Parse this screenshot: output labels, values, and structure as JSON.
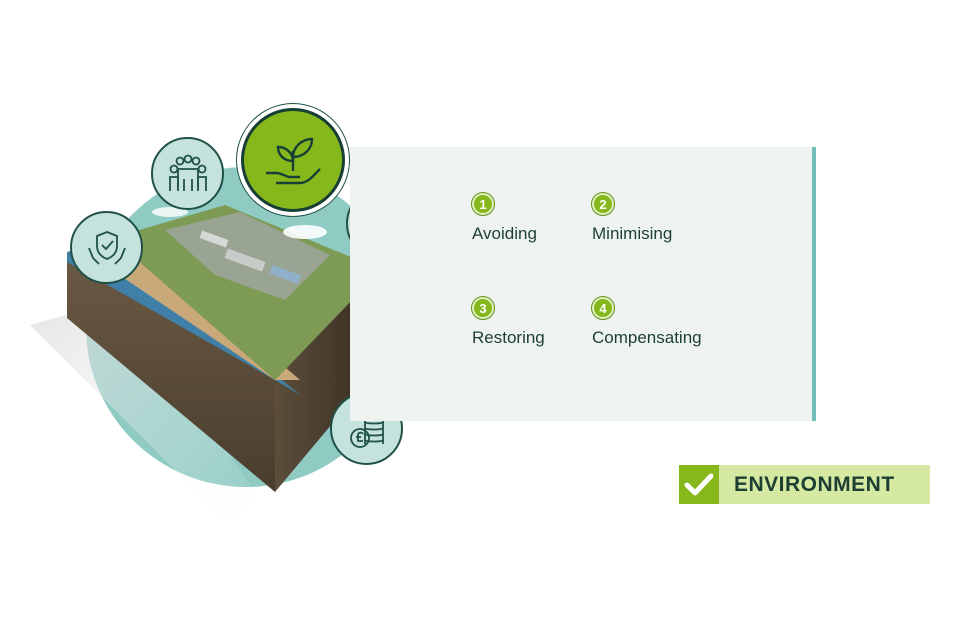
{
  "steps": [
    {
      "number": "1",
      "label": "Avoiding"
    },
    {
      "number": "2",
      "label": "Minimising"
    },
    {
      "number": "3",
      "label": "Restoring"
    },
    {
      "number": "4",
      "label": "Compensating"
    }
  ],
  "badge": {
    "label": "ENVIRONMENT",
    "icon": "checkmark-icon"
  },
  "icons": [
    "protection-hands-icon",
    "community-people-icon",
    "plant-in-hand-icon",
    "engineer-worker-icon",
    "power-station-icon",
    "pound-coins-icon"
  ],
  "colors": {
    "accent_green": "#86b81b",
    "teal": "#74bcb7",
    "dark_green": "#1d3f33",
    "panel_bg": "#eef3f0",
    "badge_bg": "#d6e9a2"
  }
}
